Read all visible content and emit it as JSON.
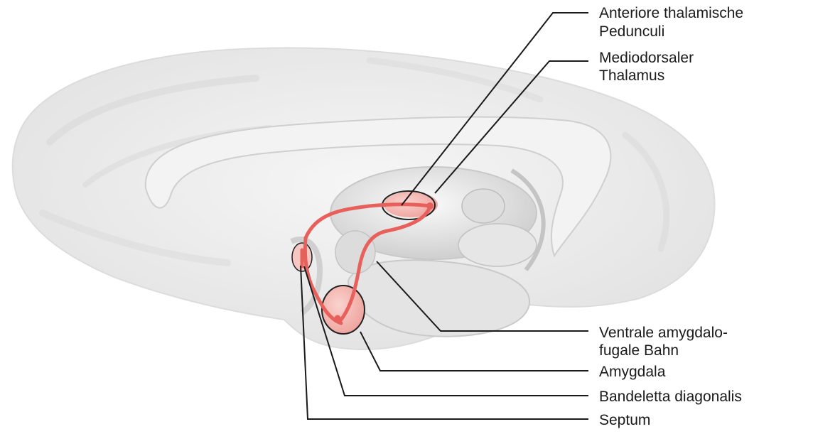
{
  "labels": {
    "anterior_line1": "Anteriore thalamische",
    "anterior_line2": "Pedunculi",
    "mediodorsal_line1": "Mediodorsaler",
    "mediodorsal_line2": "Thalamus",
    "ventral_line1": "Ventrale amygdalo-",
    "ventral_line2": "fugale Bahn",
    "amygdala": "Amygdala",
    "bandeletta": "Bandeletta diagonalis",
    "septum": "Septum"
  },
  "colors": {
    "pathway": "#e8605c",
    "highlight_fill": "#f4b5b0",
    "leader": "#1a1a1a",
    "brain_tissue": "#ececec"
  }
}
